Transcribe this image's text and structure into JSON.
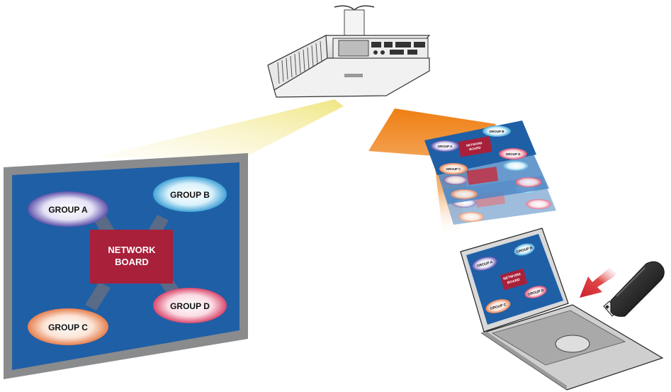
{
  "screen": {
    "center_label_line1": "NETWORK",
    "center_label_line2": "BOARD",
    "groups": [
      "GROUP A",
      "GROUP B",
      "GROUP C",
      "GROUP D"
    ]
  },
  "thumbnail": {
    "center_label_line1": "NETWORK",
    "center_label_line2": "BOARD",
    "groups": [
      "GROUP A",
      "GROUP B",
      "GROUP C",
      "GROUP D"
    ]
  },
  "laptop": {
    "center_label_line1": "NETWORK",
    "center_label_line2": "BOARD",
    "groups": [
      "GROUP A",
      "GROUP B",
      "GROUP C",
      "GROUP D"
    ]
  },
  "icons": [
    "projector-icon",
    "laptop-icon",
    "usb-drive-icon",
    "transfer-arrow-icon",
    "insert-arrow-icon"
  ],
  "colors": {
    "screen_blue": "#1f5fa6",
    "board_red": "#a8203a",
    "arrow_orange": "#f08a1c",
    "usb_arrow_red": "#cc1f2a",
    "light_beam": "#f3eeaa"
  }
}
